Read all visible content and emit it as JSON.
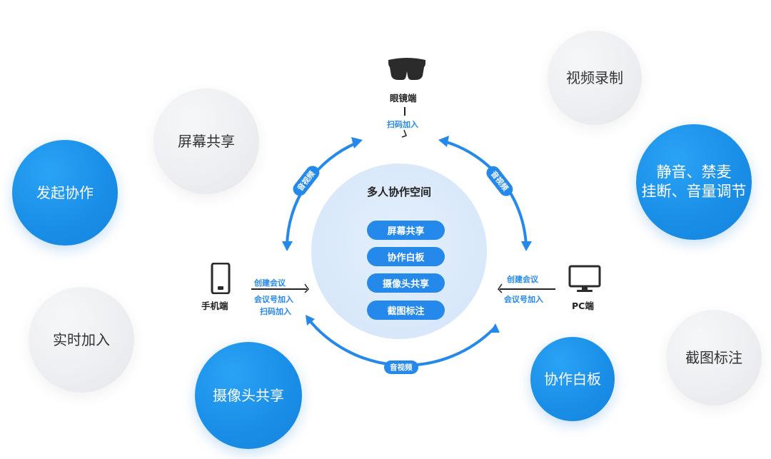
{
  "bubbles": {
    "start_collab": "发起协作",
    "screen_share": "屏幕共享",
    "realtime_join": "实时加入",
    "camera_share": "摄像头共享",
    "video_record": "视频录制",
    "mute_controls": "静音、禁麦\n挂断、音量调节",
    "screenshot_annotate": "截图标注",
    "whiteboard": "协作白板"
  },
  "center": {
    "title": "多人协作空间",
    "features": [
      "屏幕共享",
      "协作白板",
      "摄像头共享",
      "截图标注"
    ]
  },
  "devices": {
    "glasses": {
      "label": "眼镜端",
      "join": "扫码加入"
    },
    "phone": {
      "label": "手机端",
      "create": "创建会议",
      "join_number": "会议号加入",
      "join_scan": "扫码加入"
    },
    "pc": {
      "label": "PC端",
      "create": "创建会议",
      "join_number": "会议号加入"
    }
  },
  "arc_tags": {
    "top_left": "音视频",
    "top_right": "音视频",
    "bottom": "音视频"
  },
  "colors": {
    "accent_blue": "#2489ea",
    "bubble_blue": "#1a8fe8",
    "bubble_gray": "#eceef1",
    "center_fill": "#d8e8fa",
    "text_dark": "#222222"
  }
}
